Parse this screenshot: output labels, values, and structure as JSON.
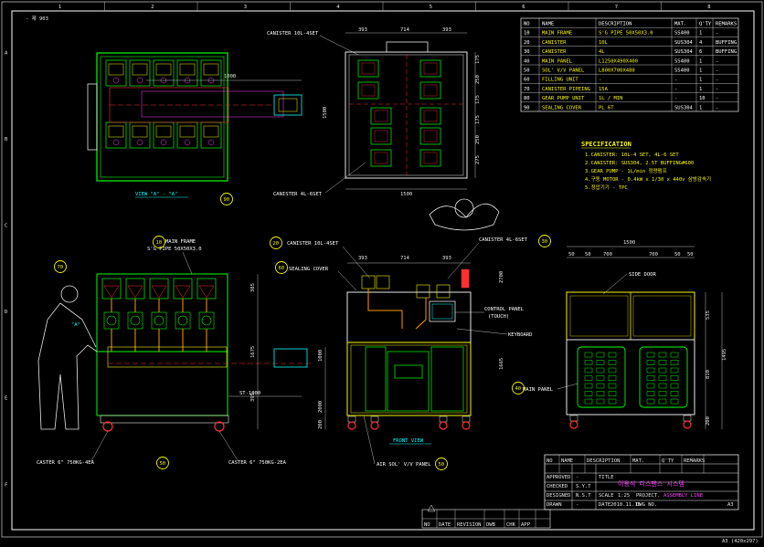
{
  "sheet": {
    "corner_text": "- 제 903",
    "bottom_right_note": "A3 (420x297)",
    "border_numbers_top": [
      "1",
      "2",
      "3",
      "4",
      "5",
      "6",
      "7",
      "8"
    ],
    "border_letters_side": [
      "A",
      "B",
      "C",
      "D",
      "E",
      "F"
    ]
  },
  "bom": {
    "headers": [
      "NO",
      "NAME",
      "DESCRIPTION",
      "MAT.",
      "Q'TY",
      "REMARKS"
    ],
    "rows": [
      {
        "no": "10",
        "name": "MAIN FRAME",
        "desc": "S'G PIPE 50X50X3.0",
        "mat": "SS400",
        "qty": "1",
        "rem": "-"
      },
      {
        "no": "20",
        "name": "CANISTER",
        "desc": "10L",
        "mat": "SUS304",
        "qty": "4",
        "rem": "BUFFING"
      },
      {
        "no": "30",
        "name": "CANISTER",
        "desc": "4L",
        "mat": "SUS304",
        "qty": "6",
        "rem": "BUFFING"
      },
      {
        "no": "40",
        "name": "MAIN PANEL",
        "desc": "L1250X490X400",
        "mat": "SS400",
        "qty": "1",
        "rem": "-"
      },
      {
        "no": "50",
        "name": "SOL' V/V PANEL",
        "desc": "L800X700X480",
        "mat": "SS400",
        "qty": "1",
        "rem": "-"
      },
      {
        "no": "60",
        "name": "FILLING UNIT",
        "desc": "-",
        "mat": "-",
        "qty": "1",
        "rem": "-"
      },
      {
        "no": "70",
        "name": "CANISTER PIPEING",
        "desc": "15A",
        "mat": "-",
        "qty": "1",
        "rem": "-"
      },
      {
        "no": "80",
        "name": "GEAR PUMP UNIT",
        "desc": "1L / MIN",
        "mat": "-",
        "qty": "10",
        "rem": "-"
      },
      {
        "no": "90",
        "name": "SEALING COVER",
        "desc": "PL 6T",
        "mat": "SUS304",
        "qty": "1",
        "rem": "-"
      }
    ]
  },
  "specification": {
    "title": "SPECIFICATION",
    "lines": [
      "1.CANISTER: 10L-4 SET, 4L-6 SET",
      "2.CANISTER: SUS304, 2.5T BUFFING#600",
      "3.GEAR PUMP - 1L/min 정량펌프",
      "4.구동 MOTOR - 0.4kW x 1/30 x 440v 삼방감속기",
      "5.정압기기 - TPC"
    ]
  },
  "labels": {
    "view_a": "VIEW \"A\" - \"A\"",
    "canister_10l_top": "CANISTER 10L-4SET",
    "canister_4l_top": "CANISTER 4L-6SET",
    "main_frame": "MAIN FRAME",
    "main_frame_sub": "S'G PIPE 50X50X3.0",
    "canister_10l_front": "CANISTER 10L-4SET",
    "canister_4l_front": "CANISTER 4L-6SET",
    "sealing_cover": "SEALING COVER",
    "control_panel": "CONTROL PANEL",
    "control_panel_sub": "(TOUCH)",
    "keyboard": "KEYBOARD",
    "side_door": "SIDE DOOR",
    "main_panel": "MAIN PANEL",
    "caster_left": "CASTER 6\" 750KG-4EA",
    "caster_right": "CASTER 6\" 750KG-2EA",
    "air_sol_panel": "AIR SOL' V/V PANEL",
    "front_view": "FRONT VIEW",
    "st_length": "ST-1000",
    "section_a": "\"A\""
  },
  "balloons": [
    "90",
    "10",
    "20",
    "30",
    "70",
    "60",
    "40",
    "50",
    "50"
  ],
  "dimensions": {
    "top_center": [
      "393",
      "714",
      "393"
    ],
    "top_right_vertical": [
      "175",
      "250",
      "175",
      "175",
      "250",
      "275"
    ],
    "top_center_vertical": "1500",
    "top_center_bottom": "1500",
    "top_left_length": "1000",
    "side_vertical": [
      "385",
      "1675",
      "395",
      "1000",
      "2000",
      "200"
    ],
    "front_top": [
      "393",
      "714",
      "393"
    ],
    "front_right": [
      "2700",
      "1665"
    ],
    "right_top": "1500",
    "right_top_sub": [
      "50",
      "50",
      "700",
      "700",
      "50",
      "50"
    ],
    "right_vertical": [
      "535",
      "1495",
      "810",
      "200"
    ]
  },
  "title_block": {
    "header": [
      "NO",
      "NAME",
      "DESCRIPTION",
      "MAT.",
      "Q'TY",
      "REMARKS"
    ],
    "approved_label": "APPROVED",
    "approved_value": "-",
    "checked_label": "CHECKED",
    "checked_value": "S.Y.T",
    "designed_label": "DESIGNED",
    "designed_value": "N.S.T",
    "drawn_label": "DRAWN",
    "drawn_value": "-",
    "title_label": "TITLE",
    "title_value": "이용식 디스펜스 시스템",
    "scale_label": "SCALE",
    "scale_value": "1:25",
    "project_label": "PROJECT.",
    "project_value": "ASSEMBLY LINE",
    "date_label": "DATE",
    "date_value": "2010.11.15",
    "dwg_label": "DWG NO.",
    "size_value": "A3",
    "rev_headers": [
      "NO",
      "DATE",
      "REVISION",
      "DWB",
      "CHK",
      "APP"
    ]
  }
}
